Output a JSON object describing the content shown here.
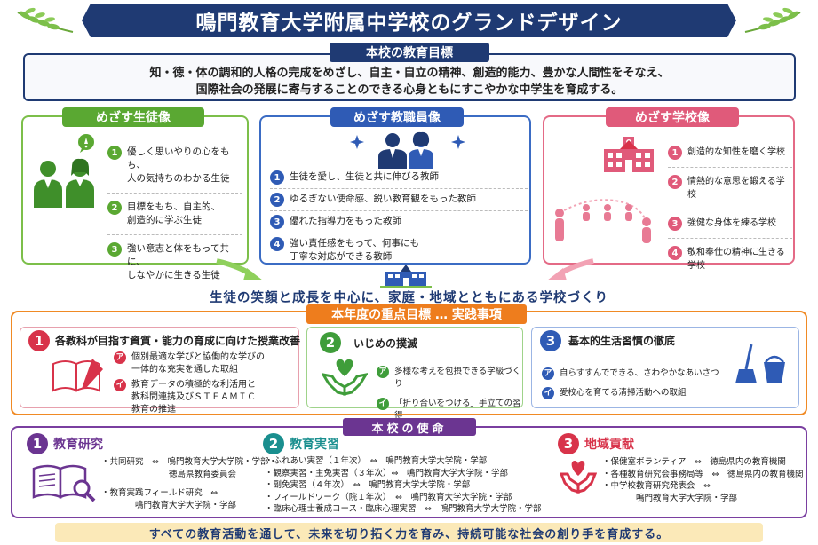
{
  "title": "鳴門教育大学附属中学校のグランドデザイン",
  "goal": {
    "label": "本校の教育目標",
    "line1": "知・徳・体の調和的人格の完成をめざし、自主・自立の精神、創造的能力、豊かな人間性をそなえ、",
    "line2": "国際社会の発展に寄与することのできる心身ともにすこやかな中学生を育成する。"
  },
  "students": {
    "label": "めざす生徒像",
    "items": [
      {
        "num": "1",
        "text1": "優しく思いやりの心をもち、",
        "text2": "人の気持ちのわかる生徒"
      },
      {
        "num": "2",
        "text1": "目標をもち、自主的、",
        "text2": "創造的に学ぶ生徒"
      },
      {
        "num": "3",
        "text1": "強い意志と体をもって共に、",
        "text2": "しなやかに生きる生徒"
      }
    ]
  },
  "staff": {
    "label": "めざす教職員像",
    "items": [
      {
        "num": "1",
        "text1": "生徒を愛し、生徒と共に伸びる教師",
        "text2": ""
      },
      {
        "num": "2",
        "text1": "ゆるぎない使命感、鋭い教育観をもった教師",
        "text2": ""
      },
      {
        "num": "3",
        "text1": "優れた指導力をもった教師",
        "text2": ""
      },
      {
        "num": "4",
        "text1": "強い責任感をもって、何事にも",
        "text2": "丁寧な対応ができる教師"
      }
    ]
  },
  "school": {
    "label": "めざす学校像",
    "items": [
      {
        "num": "1",
        "text": "創造的な知性を磨く学校"
      },
      {
        "num": "2",
        "text": "情熱的な意思を鍛える学校"
      },
      {
        "num": "3",
        "text": "強健な身体を練る学校"
      },
      {
        "num": "4",
        "text": "敬和奉仕の精神に生きる学校"
      }
    ]
  },
  "center_text": "生徒の笑顔と成長を中心に、家庭・地域とともにある学校づくり",
  "priority": {
    "label": "本年度の重点目標 … 実践事項",
    "boxes": [
      {
        "num": "1",
        "title": "各教科が目指す資質・能力の育成に向けた授業改善",
        "subs": [
          {
            "kana": "ア",
            "lines": [
              "個別最適な学びと協働的な学びの",
              "一体的な充実を通した取組"
            ]
          },
          {
            "kana": "イ",
            "lines": [
              "教育データの積極的な利活用と",
              "教科間連携及びＳＴＥＡＭＩＣ",
              "教育の推進"
            ]
          }
        ]
      },
      {
        "num": "2",
        "title": "いじめの撲滅",
        "subs": [
          {
            "kana": "ア",
            "lines": [
              "多様な考えを包摂できる学級づくり"
            ]
          },
          {
            "kana": "イ",
            "lines": [
              "「折り合いをつける」手立ての習得"
            ]
          }
        ]
      },
      {
        "num": "3",
        "title": "基本的生活習慣の徹底",
        "subs": [
          {
            "kana": "ア",
            "lines": [
              "自らすすんでできる、さわやかなあいさつ"
            ]
          },
          {
            "kana": "イ",
            "lines": [
              "愛校心を育てる清掃活動への取組"
            ]
          }
        ]
      }
    ]
  },
  "mission": {
    "label": "本校の使命",
    "cols": [
      {
        "num": "1",
        "title": "教育研究",
        "lines": [
          "・共同研究　⇔　鳴門教育大学大学院・学部・",
          "　　　　　　　　徳島県教育委員会",
          "",
          "・教育実践フィールド研究　⇔",
          "　　　　鳴門教育大学大学院・学部"
        ]
      },
      {
        "num": "2",
        "title": "教育実習",
        "lines": [
          "・ふれあい実習（１年次）　⇔　鳴門教育大学大学院・学部",
          "・観察実習・主免実習（３年次）⇔　鳴門教育大学大学院・学部",
          "・副免実習（４年次）　⇔　鳴門教育大学大学院・学部",
          "・フィールドワーク（院１年次）　⇔　鳴門教育大学大学院・学部",
          "・臨床心理士養成コース・臨床心理実習　⇔　鳴門教育大学大学院・学部"
        ]
      },
      {
        "num": "3",
        "title": "地域貢献",
        "lines": [
          "・保健室ボランティア　⇔　徳島県内の教育機関",
          "・各種教育研究会事務局等　⇔　徳島県内の教育機関",
          "・中学校教育研究発表会　⇔",
          "　　　　鳴門教育大学大学院・学部"
        ]
      }
    ]
  },
  "footer": "すべての教育活動を通して、未来を切り拓く力を育み、持続可能な社会の創り手を育成する。",
  "colors": {
    "navy": "#1f3a73",
    "green": "#5aa832",
    "blue": "#2f5bb5",
    "pink": "#e05a7a",
    "orange": "#ee7d1d",
    "purple": "#6b3591"
  }
}
